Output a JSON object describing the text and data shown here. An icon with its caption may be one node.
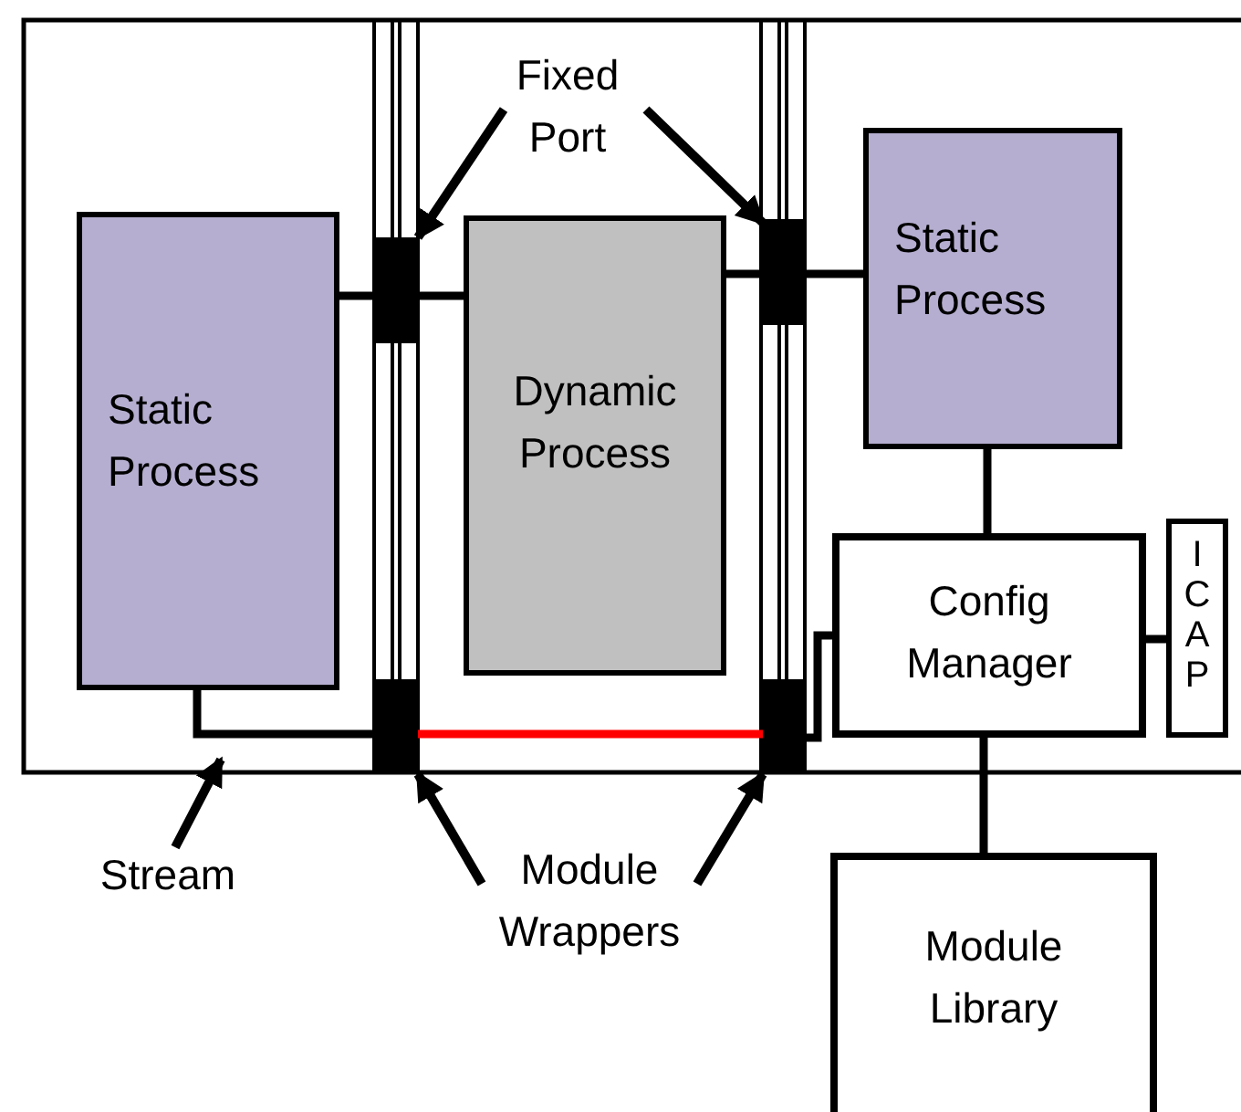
{
  "diagram": {
    "nodes": [
      {
        "text": [
          "Static Process"
        ]
      },
      {
        "text": [
          "Dynamic Process"
        ]
      },
      {
        "text": [
          "Static Process"
        ]
      },
      {
        "text": [
          "Config Manager"
        ]
      },
      {
        "text": [
          "ICAP"
        ]
      },
      {
        "text": [
          "Module Library"
        ]
      },
      {
        "text": [
          "Fixed Port"
        ]
      },
      {
        "text": [
          "Stream"
        ]
      },
      {
        "text": [
          "Module Wrappers"
        ]
      },
      {
        "text": [],
        "shape": "bar"
      },
      {
        "text": [],
        "shape": "bar"
      },
      {
        "text": [],
        "shape": "bar"
      },
      {
        "text": [],
        "shape": "bar"
      }
    ],
    "edges": [
      {
        "from": 0,
        "to": 9,
        "arrow": "none"
      },
      {
        "from": 9,
        "to": 1,
        "arrow": "none"
      },
      {
        "from": 1,
        "to": 10,
        "arrow": "none"
      },
      {
        "from": 10,
        "to": 2,
        "arrow": "none"
      },
      {
        "from": 2,
        "to": 3,
        "arrow": "none"
      },
      {
        "from": 3,
        "to": 4,
        "arrow": "none"
      },
      {
        "from": 3,
        "to": 5,
        "arrow": "none"
      },
      {
        "from": 0,
        "to": 11,
        "arrow": "none"
      },
      {
        "from": 11,
        "to": 12,
        "arrow": "none",
        "color": "#ff0000"
      },
      {
        "from": 12,
        "to": 3,
        "arrow": "none"
      },
      {
        "from": 6,
        "to": 9,
        "arrow": "to"
      },
      {
        "from": 6,
        "to": 10,
        "arrow": "to"
      },
      {
        "from": 7,
        "to": null,
        "arrow": "to"
      },
      {
        "from": 8,
        "to": 11,
        "arrow": "to"
      },
      {
        "from": 8,
        "to": 12,
        "arrow": "to"
      }
    ]
  }
}
